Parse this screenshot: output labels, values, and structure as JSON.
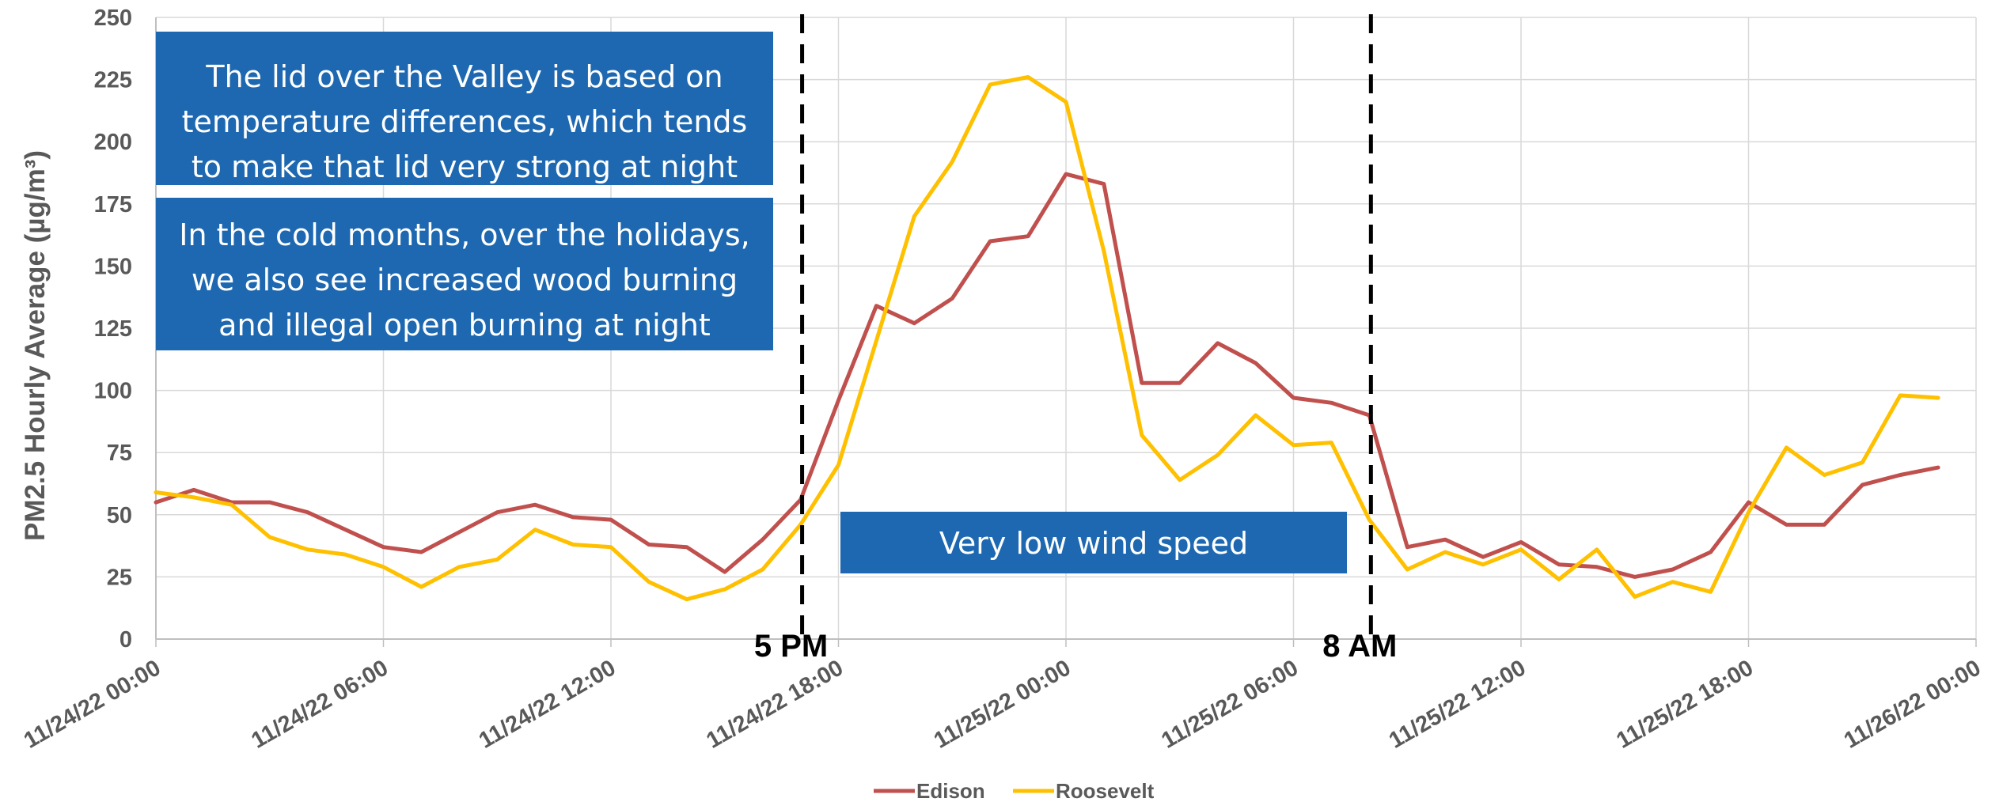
{
  "chart_data": {
    "type": "line",
    "title": "",
    "xlabel": "",
    "ylabel": "PM2.5 Hourly Average (µg/m³)",
    "ylim": [
      0,
      250
    ],
    "yticks": [
      0,
      25,
      50,
      75,
      100,
      125,
      150,
      175,
      200,
      225,
      250
    ],
    "xlim_hours": [
      0,
      48
    ],
    "xtick_labels": [
      "11/24/22 00:00",
      "11/24/22 06:00",
      "11/24/22 12:00",
      "11/24/22 18:00",
      "11/25/22 00:00",
      "11/25/22 06:00",
      "11/25/22 12:00",
      "11/25/22 18:00",
      "11/26/22 00:00"
    ],
    "grid": true,
    "legend": "bottom",
    "series": [
      {
        "name": "Edison",
        "color": "#c0504d",
        "values": [
          55,
          60,
          55,
          55,
          51,
          44,
          37,
          35,
          43,
          51,
          54,
          49,
          48,
          38,
          37,
          27,
          40,
          56,
          96,
          134,
          127,
          137,
          160,
          162,
          187,
          183,
          103,
          103,
          119,
          111,
          97,
          95,
          90,
          37,
          40,
          33,
          39,
          30,
          29,
          25,
          28,
          35,
          55,
          46,
          46,
          62,
          66,
          69
        ]
      },
      {
        "name": "Roosevelt",
        "color": "#ffc000",
        "values": [
          59,
          57,
          54,
          41,
          36,
          34,
          29,
          21,
          29,
          32,
          44,
          38,
          37,
          23,
          16,
          20,
          28,
          46,
          70,
          120,
          170,
          192,
          223,
          226,
          216,
          156,
          82,
          64,
          74,
          90,
          78,
          79,
          48,
          28,
          35,
          30,
          36,
          24,
          36,
          17,
          23,
          19,
          51,
          77,
          66,
          71,
          98,
          97
        ]
      }
    ],
    "markers": [
      {
        "label": "5 PM",
        "x_hour": 17
      },
      {
        "label": "8 AM",
        "x_hour": 32
      }
    ],
    "annotations": [
      {
        "lines": [
          "The lid over the Valley is based on",
          "temperature differences, which tends",
          "to make that lid very strong at night"
        ]
      },
      {
        "lines": [
          "In the cold months, over the holidays,",
          "we also see increased wood burning",
          "and illegal open burning at night"
        ]
      },
      {
        "lines": [
          "Very low wind speed"
        ]
      }
    ]
  }
}
